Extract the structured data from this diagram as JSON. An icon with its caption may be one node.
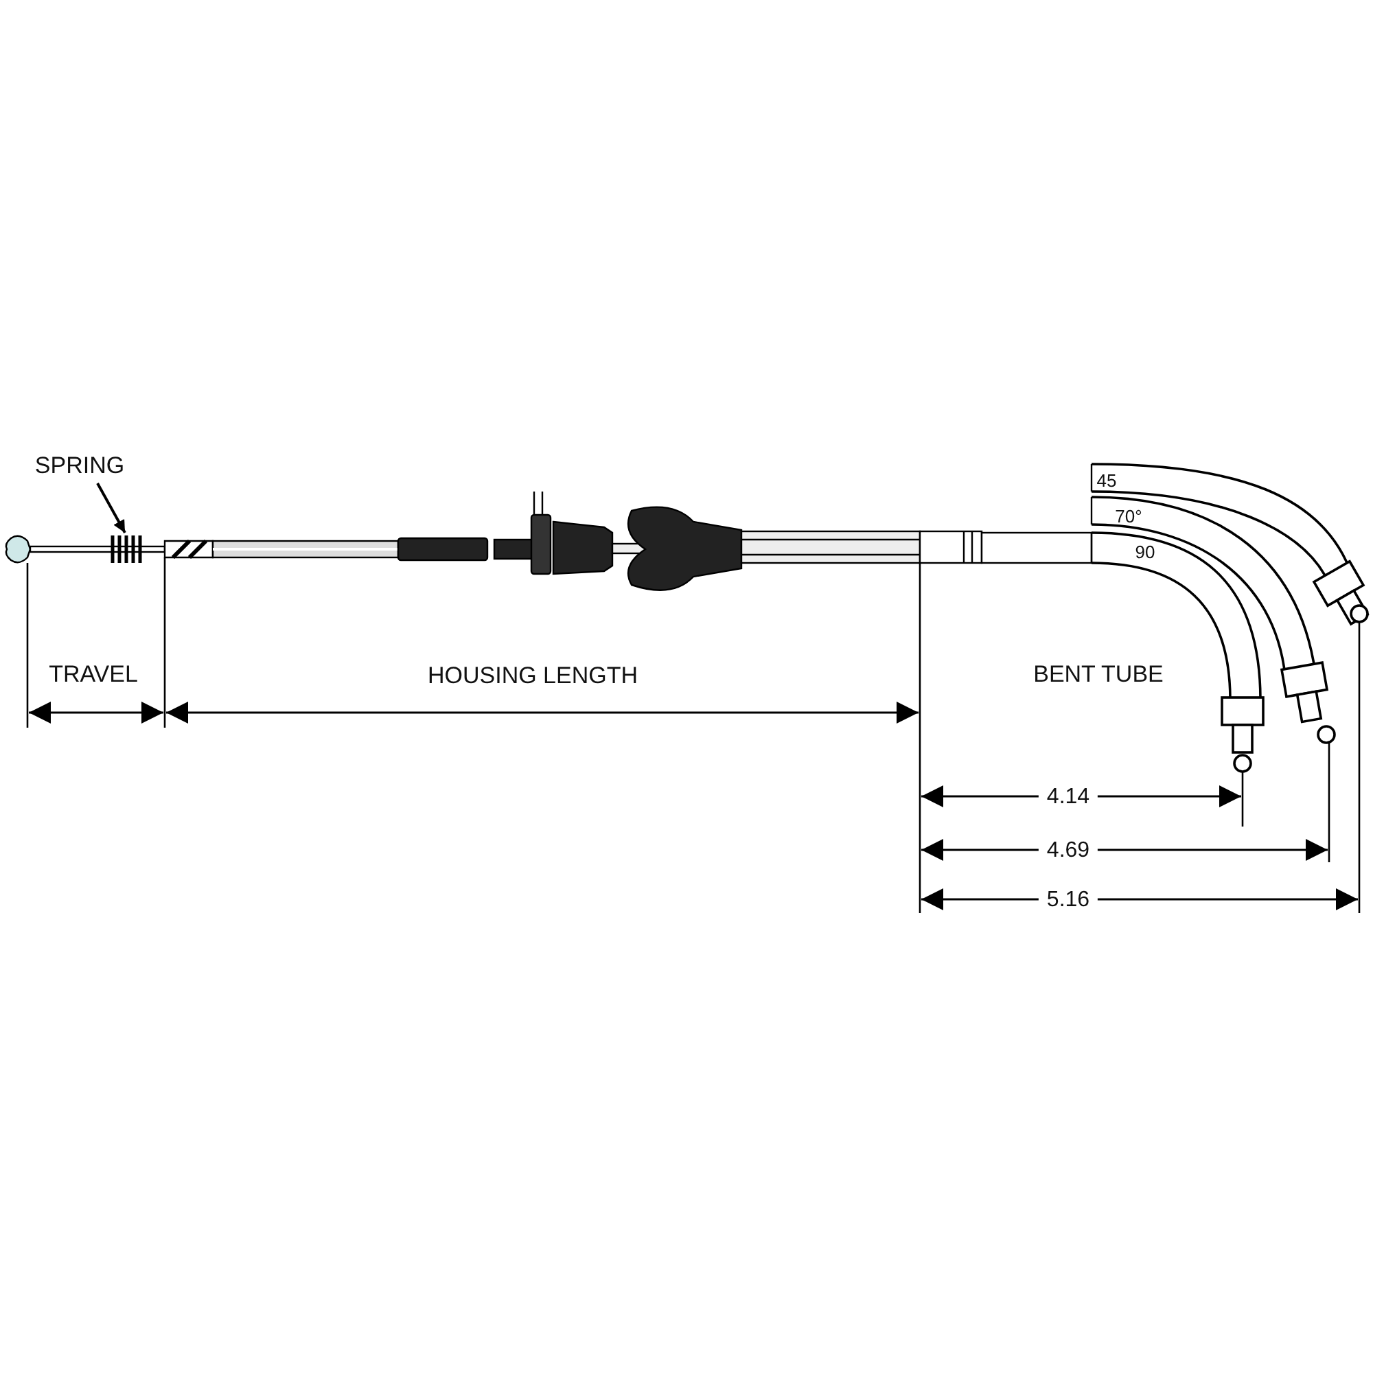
{
  "diagram": {
    "nodes": [
      {
        "text": [
          "SPRING"
        ]
      },
      {
        "text": [],
        "shape": "picture"
      }
    ],
    "edges": [
      {
        "from": 0,
        "to": 1,
        "arrow": "to"
      }
    ],
    "labels": [
      "45",
      "70°",
      "90",
      "TRAVEL",
      "HOUSING LENGTH",
      "BENT TUBE",
      "4.14",
      "4.69",
      "5.16"
    ]
  }
}
